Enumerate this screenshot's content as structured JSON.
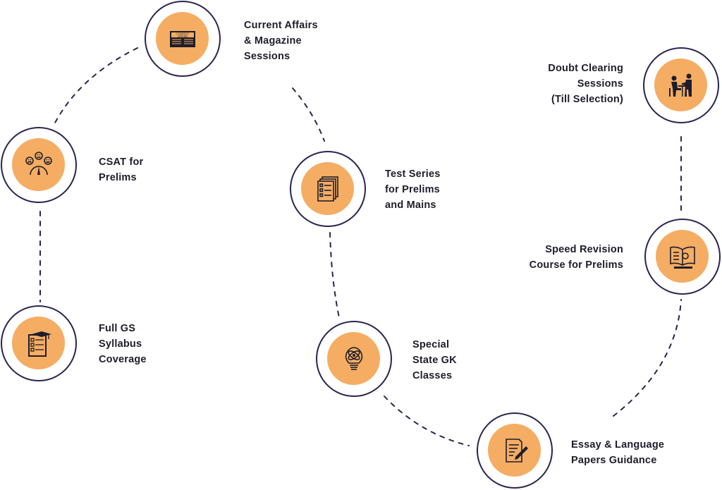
{
  "colors": {
    "ring": "#29244f",
    "fill": "#f5ad63",
    "text": "#1d1d2b",
    "dash": "#29244f"
  },
  "features": [
    {
      "id": "current-affairs",
      "icon": "newspaper-icon",
      "lines": [
        "Current Affairs",
        "& Magazine",
        "Sessions"
      ],
      "icon_text": [
        "CURRENT",
        "AFFAIRS"
      ]
    },
    {
      "id": "csat",
      "icon": "mood-meter-icon",
      "lines": [
        "CSAT for",
        "Prelims"
      ]
    },
    {
      "id": "full-gs",
      "icon": "syllabus-checklist-icon",
      "lines": [
        "Full GS",
        "Syllabus",
        "Coverage"
      ]
    },
    {
      "id": "test-series",
      "icon": "test-papers-icon",
      "lines": [
        "Test Series",
        "for Prelims",
        "and Mains"
      ]
    },
    {
      "id": "state-gk",
      "icon": "lightbulb-atom-icon",
      "lines": [
        "Special",
        "State GK",
        "Classes"
      ]
    },
    {
      "id": "essay",
      "icon": "essay-writing-icon",
      "lines": [
        "Essay & Language",
        "Papers Guidance"
      ]
    },
    {
      "id": "speed-revision",
      "icon": "open-book-icon",
      "lines": [
        "Speed Revision",
        "Course for Prelims"
      ]
    },
    {
      "id": "doubt-clearing",
      "icon": "teacher-student-icon",
      "lines": [
        "Doubt Clearing",
        "Sessions",
        "(Till Selection)"
      ]
    }
  ]
}
